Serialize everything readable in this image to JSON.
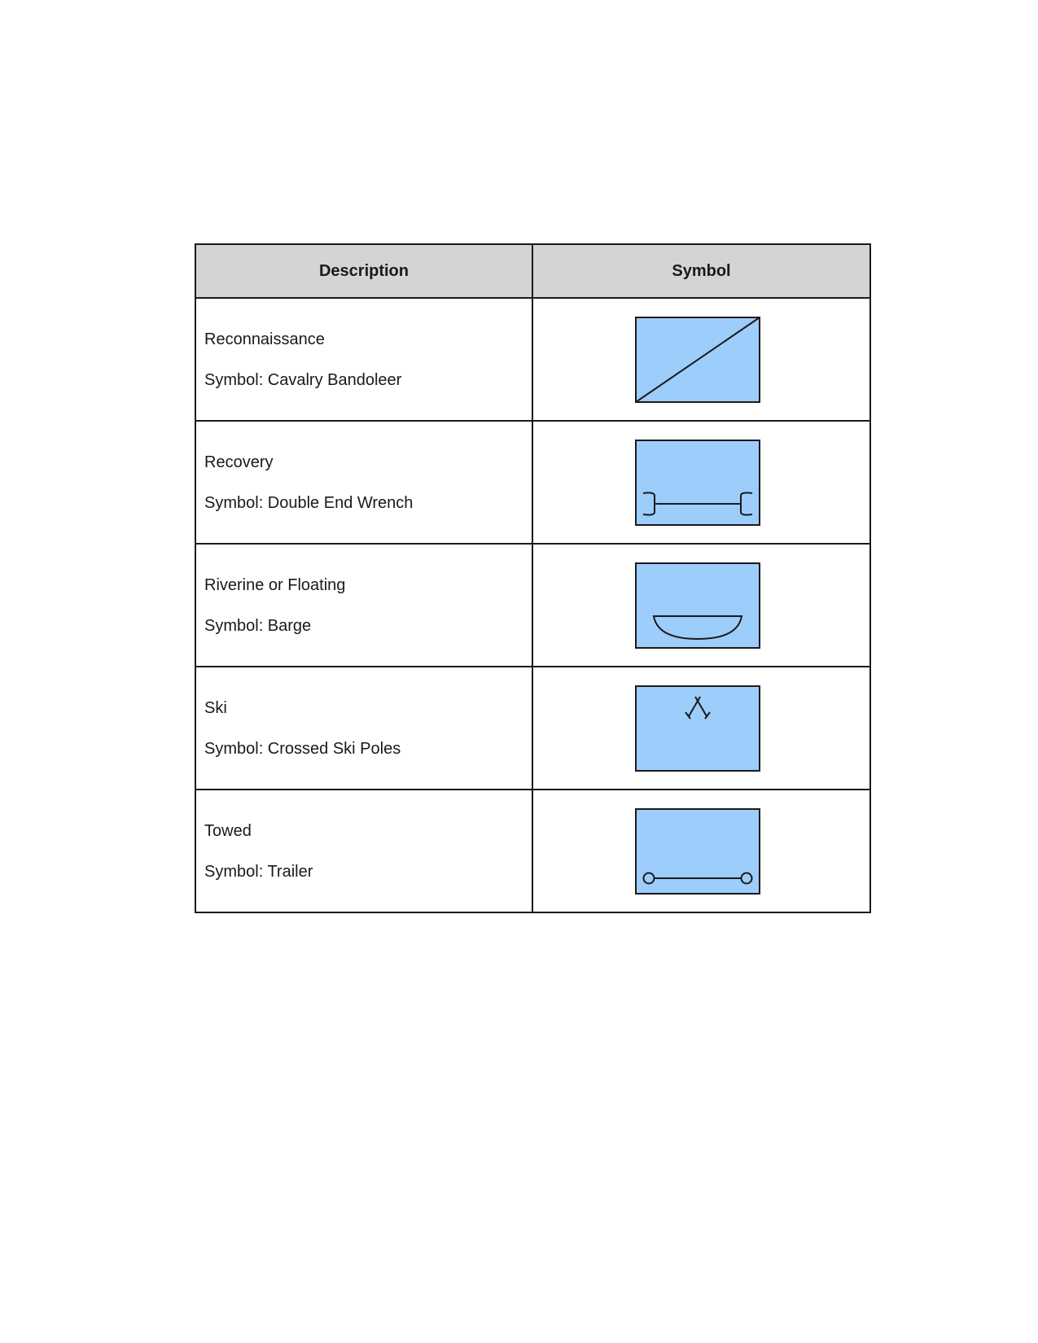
{
  "table": {
    "headers": {
      "description": "Description",
      "symbol": "Symbol"
    },
    "rows": [
      {
        "description": "Reconnaissance",
        "symbol_text": "Symbol: Cavalry Bandoleer",
        "icon": "cavalry-bandoleer-icon"
      },
      {
        "description": "Recovery",
        "symbol_text": "Symbol: Double End Wrench",
        "icon": "double-end-wrench-icon"
      },
      {
        "description": "Riverine or Floating",
        "symbol_text": "Symbol: Barge",
        "icon": "barge-icon"
      },
      {
        "description": "Ski",
        "symbol_text": "Symbol: Crossed Ski Poles",
        "icon": "crossed-ski-poles-icon"
      },
      {
        "description": "Towed",
        "symbol_text": "Symbol: Trailer",
        "icon": "trailer-icon"
      }
    ]
  },
  "colors": {
    "symbol_fill": "#9dcdfb",
    "symbol_stroke": "#1a1a1a",
    "header_background": "#d4d4d4"
  }
}
